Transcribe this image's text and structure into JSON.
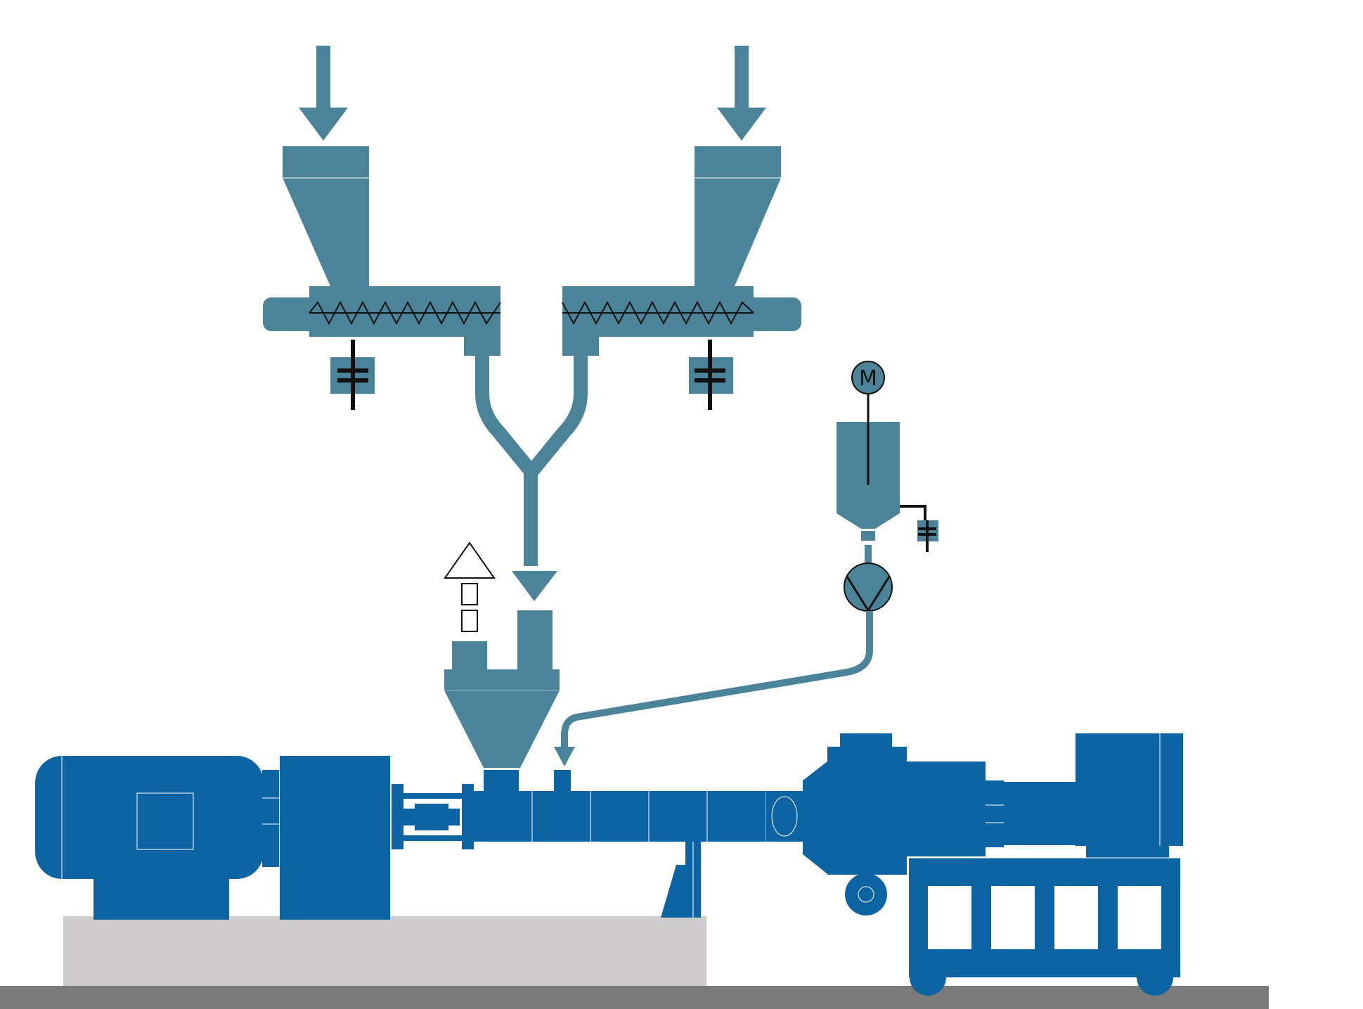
{
  "diagram": {
    "motor_label": "M",
    "colors": {
      "feeder_teal": "#4B8499",
      "machine_blue": "#0C64A3",
      "floor_dark": "#7A7A7A",
      "base_light": "#CFCCCD",
      "line_black": "#111111",
      "background": "#FFFFFF"
    },
    "components": [
      "left-raw-material-arrow",
      "right-raw-material-arrow",
      "left-hopper",
      "right-hopper",
      "left-screw-feeder",
      "right-screw-feeder",
      "left-weigh-cell",
      "right-weigh-cell",
      "y-merge-pipe",
      "feed-hopper",
      "vent-arrow",
      "liquid-tank-with-mixer-motor",
      "dosing-pump",
      "liquid-injection-line",
      "drive-motor",
      "gearbox",
      "coupling",
      "extruder-barrel",
      "barrel-support",
      "die-head-unit",
      "downstream-cart",
      "floor",
      "machine-base"
    ]
  }
}
